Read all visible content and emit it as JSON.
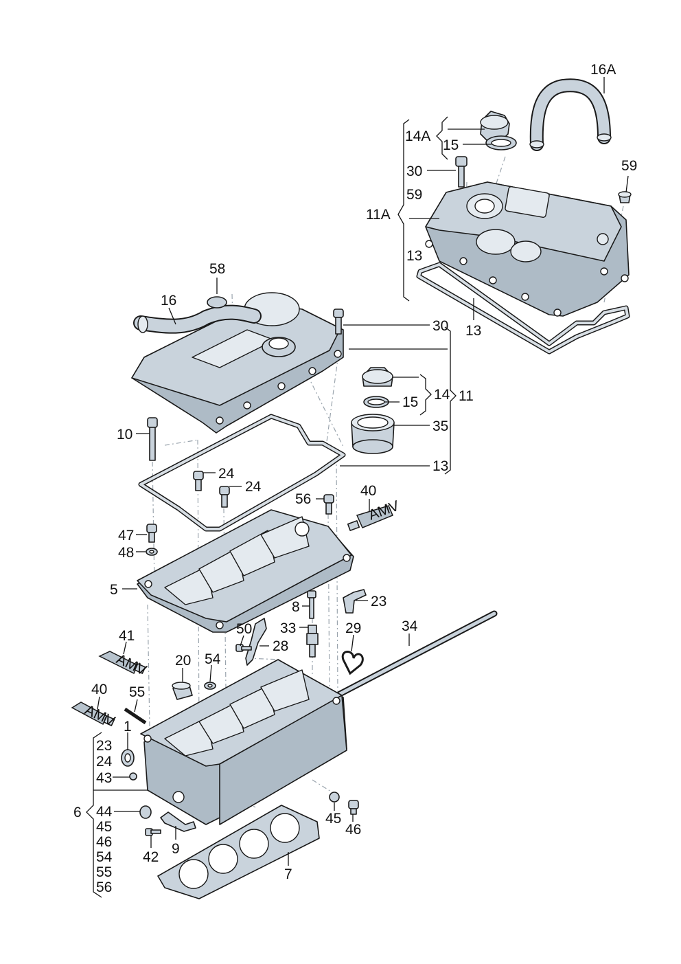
{
  "labels": {
    "l_16A": "16A",
    "l_14A": "14A",
    "l_15a": "15",
    "l_30a": "30",
    "l_59a": "59",
    "l_59b": "59",
    "l_11A": "11A",
    "l_13a": "13",
    "l_13b": "13",
    "l_58": "58",
    "l_16": "16",
    "l_30b": "30",
    "l_14": "14",
    "l_15b": "15",
    "l_11": "11",
    "l_35": "35",
    "l_10": "10",
    "l_13c": "13",
    "l_24a": "24",
    "l_24b": "24",
    "l_56": "56",
    "l_40a": "40",
    "l_47": "47",
    "l_48": "48",
    "l_5": "5",
    "l_8": "8",
    "l_23a": "23",
    "l_50": "50",
    "l_33": "33",
    "l_29": "29",
    "l_34": "34",
    "l_28": "28",
    "l_41": "41",
    "l_20": "20",
    "l_54a": "54",
    "l_40b": "40",
    "l_55a": "55",
    "l_1": "1",
    "l_23b": "23",
    "l_24c": "24",
    "l_43": "43",
    "l_44": "44",
    "l_6": "6",
    "l_45a": "45",
    "l_46a": "46",
    "l_54b": "54",
    "l_55b": "55",
    "l_56b": "56",
    "l_45b": "45",
    "l_46b": "46",
    "l_42": "42",
    "l_9": "9",
    "l_7": "7"
  },
  "tube_text": {
    "amv_1": "AMV",
    "amv_2": "AMV",
    "amv_3": "AMV"
  },
  "colors": {
    "part_fill": "#c9d3dc",
    "part_dark": "#aebbc6",
    "line": "#1a1a1a",
    "centerline": "#9aa4ad"
  }
}
